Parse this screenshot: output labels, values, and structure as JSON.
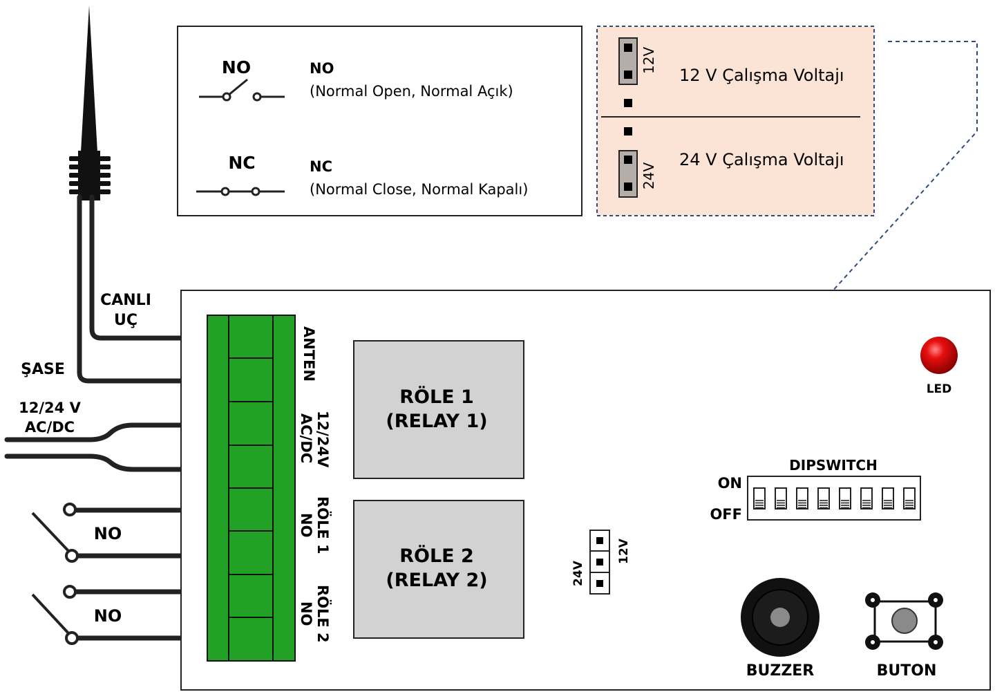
{
  "legend": {
    "no_symbol_label": "NO",
    "no_title": "NO",
    "no_desc": "(Normal Open, Normal Açık)",
    "nc_symbol_label": "NC",
    "nc_title": "NC",
    "nc_desc": "(Normal Close, Normal Kapalı)"
  },
  "voltage_box": {
    "jumper_12_label": "12V",
    "text_12": "12 V Çalışma Voltajı",
    "jumper_24_label": "24V",
    "text_24": "24 V Çalışma Voltajı",
    "background": "#fbe4d5"
  },
  "wires": {
    "canli_1": "CANLI",
    "canli_2": "UÇ",
    "sase": "ŞASE",
    "power_1": "12/24 V",
    "power_2": "AC/DC",
    "no_1": "NO",
    "no_2": "NO"
  },
  "terminal": {
    "anten": "ANTEN",
    "power_1": "12/24V",
    "power_2": "AC/DC",
    "role1_1": "RÖLE 1",
    "role1_2": "NO",
    "role2_1": "RÖLE 2",
    "role2_2": "NO",
    "color": "#23a127"
  },
  "board": {
    "relay1_1": "RÖLE 1",
    "relay1_2": "(RELAY 1)",
    "relay2_1": "RÖLE 2",
    "relay2_2": "(RELAY 2)",
    "jumper_24": "24V",
    "jumper_12": "12V",
    "led_label": "LED",
    "dipswitch_label": "DIPSWITCH",
    "dip_on": "ON",
    "dip_off": "OFF",
    "buzzer_label": "BUZZER",
    "button_label": "BUTON"
  }
}
